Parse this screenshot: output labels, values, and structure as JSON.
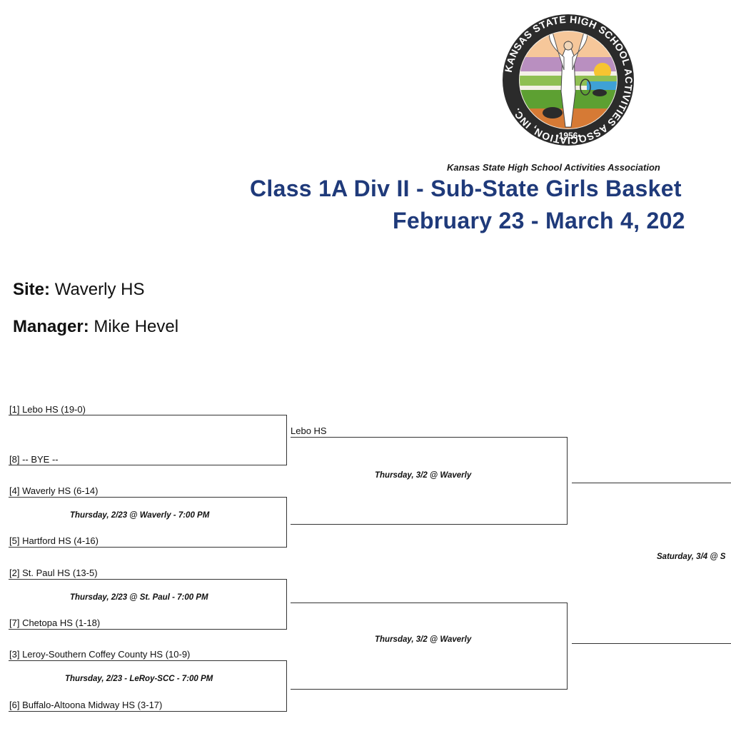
{
  "header": {
    "logo_alt": "Kansas State High School Activities Association seal",
    "logo_ring_text_top": "KANSAS STATE HIGH SCHOOL ACTIVITIES ASSOCIATION, INC.",
    "logo_year": "•1956•",
    "organization": "Kansas State High School Activities Association",
    "title": "Class 1A Div II - Sub-State Girls Basket",
    "dates": "February 23 - March 4, 202"
  },
  "info": {
    "site_label": "Site:",
    "site_value": "Waverly HS",
    "manager_label": "Manager:",
    "manager_value": "Mike Hevel"
  },
  "bracket": {
    "first_round": [
      {
        "top": "[1] Lebo HS   (19-0)",
        "bottom": "[8] -- BYE --",
        "game": ""
      },
      {
        "top": "[4] Waverly HS   (6-14)",
        "bottom": "[5] Hartford HS   (4-16)",
        "game": "Thursday, 2/23 @ Waverly - 7:00 PM"
      },
      {
        "top": "[2] St. Paul HS   (13-5)",
        "bottom": "[7] Chetopa HS   (1-18)",
        "game": "Thursday, 2/23 @ St. Paul - 7:00 PM"
      },
      {
        "top": "[3] Leroy-Southern Coffey County HS   (10-9)",
        "bottom": "[6] Buffalo-Altoona Midway HS   (3-17)",
        "game": "Thursday, 2/23 - LeRoy-SCC - 7:00 PM"
      }
    ],
    "second_round": [
      {
        "winner_top": "Lebo HS",
        "game": "Thursday, 3/2 @ Waverly"
      },
      {
        "winner_top": "",
        "game": "Thursday, 3/2 @ Waverly"
      }
    ],
    "final": {
      "game": "Saturday, 3/4 @ S"
    }
  }
}
